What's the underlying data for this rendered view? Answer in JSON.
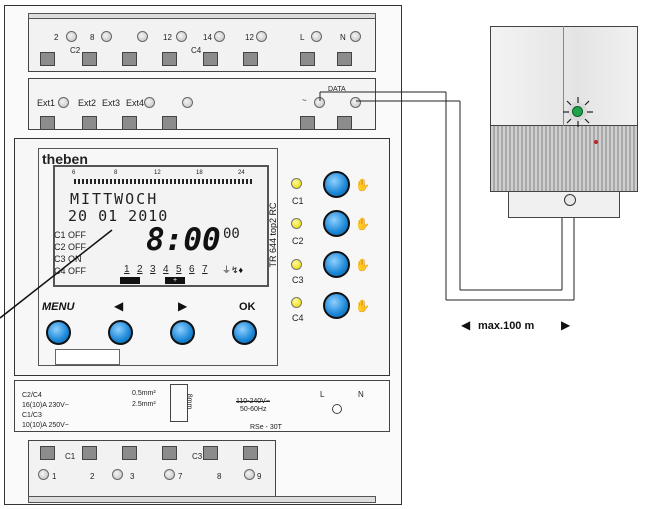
{
  "top_terminals": {
    "row_labels": [
      "2",
      "8",
      "C2",
      "12",
      "14",
      "C4",
      "12",
      "L",
      "N"
    ]
  },
  "upper_inputs": {
    "labels": [
      "Ext1",
      "Ext2",
      "Ext3",
      "Ext4",
      "DATA",
      "~"
    ]
  },
  "device": {
    "brand": "theben",
    "model": "TR 644 top2 RC",
    "scale_ticks": [
      "6",
      "8",
      "12",
      "18",
      "24"
    ],
    "day": "MITTWOCH",
    "date": "20 01 2010",
    "time": "8:00",
    "seconds": "00",
    "channels": [
      "C1 OFF",
      "C2 OFF",
      "C3 ON",
      "C4 OFF"
    ],
    "weekdays": [
      "1",
      "2",
      "3",
      "4",
      "5",
      "6",
      "7"
    ],
    "plus_symbol": "+",
    "hand_symbol": "✋",
    "buttons": {
      "menu": "MENU",
      "left": "◀",
      "right": "▶",
      "ok": "OK"
    },
    "channel_leds": [
      "C1",
      "C2",
      "C3",
      "C4"
    ]
  },
  "lower_label": {
    "left_lines": [
      "C2/C4",
      "16(10)A 230V~",
      "C1/C3",
      "10(10)A 250V~"
    ],
    "wire": [
      "0.5mm²",
      "2.5mm²"
    ],
    "strip_len": "8mm",
    "power": [
      "110-240V~",
      "50-60Hz"
    ],
    "ln": [
      "L",
      "N"
    ],
    "code": "RSe - 30T"
  },
  "bottom_terminals": {
    "labels": [
      "C1",
      "C3",
      "1",
      "2",
      "3",
      "7",
      "8",
      "9"
    ]
  },
  "sensor": {
    "distance": "max.100 m"
  }
}
